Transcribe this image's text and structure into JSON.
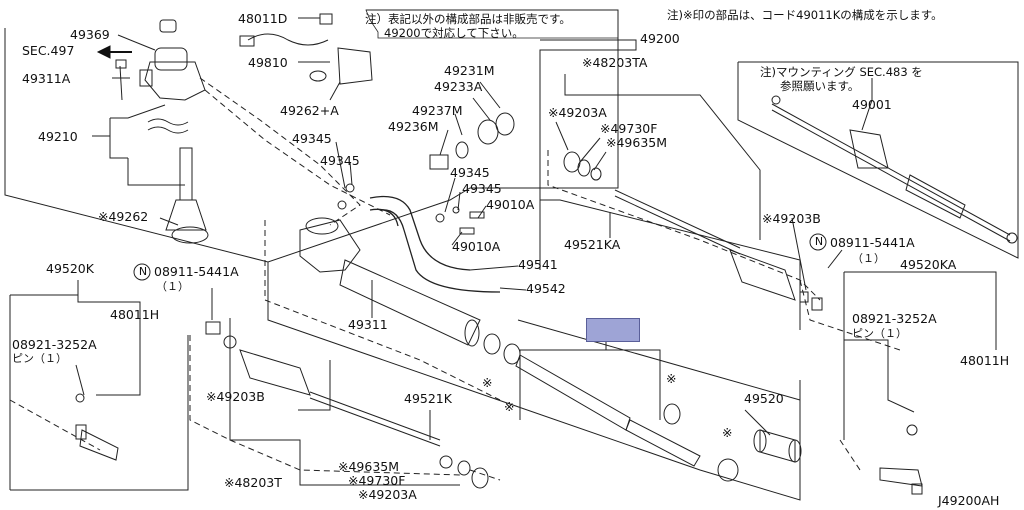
{
  "notes": {
    "top_right": "注)※印の部品は、コード49011Kの構成を示します。",
    "box_line1": "注）表記以外の構成部品は非販売です。",
    "box_line2": "49200で対応して下さい。",
    "mount_line1": "注)マウンティング SEC.483 を",
    "mount_line2": "参照願います。"
  },
  "labels": {
    "p49369": "49369",
    "sec497": "SEC.497",
    "p49311a": "49311A",
    "p49210": "49210",
    "p49262s": "※49262",
    "p48011d": "48011D",
    "p49810": "49810",
    "p49262a": "49262+A",
    "p49231m": "49231M",
    "p49233a": "49233A",
    "p49237m": "49237M",
    "p49236m": "49236M",
    "p49345a": "49345",
    "p49345b": "49345",
    "p49345c": "49345",
    "p49345d": "49345",
    "p49010a1": "49010A",
    "p49010a2": "49010A",
    "p49541": "49541",
    "p49542": "49542",
    "p49311": "49311",
    "p49200": "49200",
    "p48203ta": "※48203TA",
    "p49203a_top": "※49203A",
    "p49730f_top": "※49730F",
    "p49635m_top": "※49635M",
    "p49521ka": "49521KA",
    "p49203b_right": "※49203B",
    "p08911_right": "08911-5441A",
    "p08911_right_qty": "（１）",
    "p49520ka": "49520KA",
    "p08921_right": "08921-3252A",
    "p08921_right_sub": "ピン（１）",
    "p48011h_right": "48011H",
    "p49001": "49001",
    "p49520k": "49520K",
    "p48011h_left": "48011H",
    "p08921_left": "08921-3252A",
    "p08921_left_sub": "ピン（１）",
    "p08911_left": "08911-5441A",
    "p08911_left_qty": "（１）",
    "p49203b_left": "※49203B",
    "p49521k": "49521K",
    "p49635m_bot": "※49635M",
    "p49730f_bot": "※49730F",
    "p48203t": "※48203T",
    "p49203a_bot": "※49203A",
    "p49520": "49520",
    "mark1": "※",
    "mark2": "※",
    "mark3": "※",
    "mark4": "※",
    "circle_n": "N",
    "diagram_code": "J49200AH"
  },
  "colors": {
    "highlight": "#9ea4d6",
    "ink": "#111111"
  }
}
